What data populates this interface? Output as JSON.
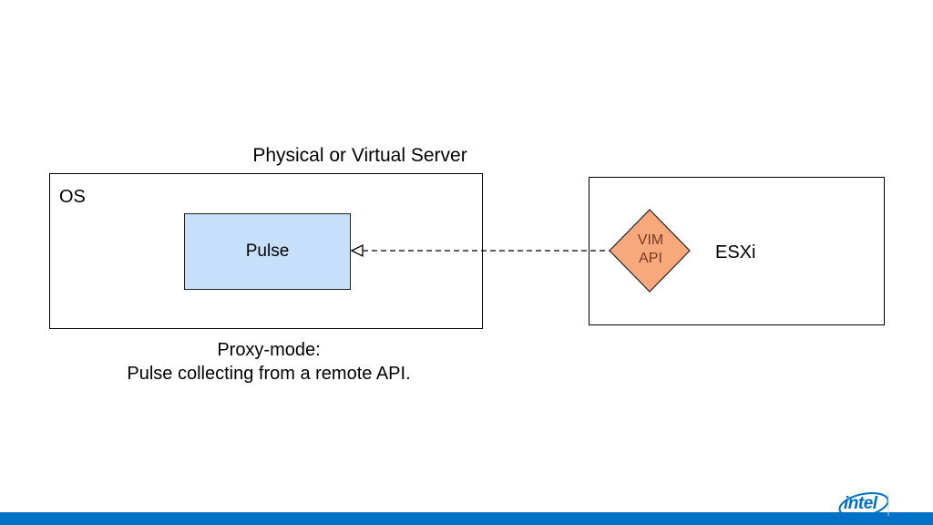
{
  "diagram": {
    "server_title": "Physical or Virtual Server",
    "os_label": "OS",
    "pulse_label": "Pulse",
    "esxi_label": "ESXi",
    "vim_api_label_line1": "VIM",
    "vim_api_label_line2": "API",
    "caption_line1": "Proxy-mode:",
    "caption_line2": "Pulse collecting from a remote API."
  },
  "colors": {
    "pulse_fill": "#c6e0fb",
    "vim_fill": "#f7a87c",
    "vim_text": "#7a3a1c",
    "brand_blue": "#0071c5"
  },
  "logo": {
    "text": "intel"
  }
}
